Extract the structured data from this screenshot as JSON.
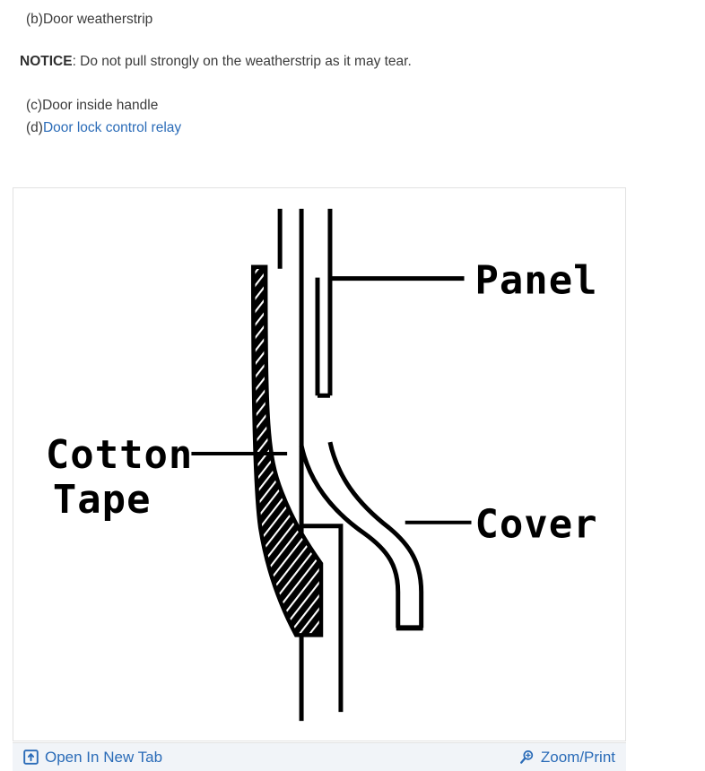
{
  "document": {
    "items": [
      {
        "id": "item-b",
        "marker": "(b)",
        "text": "Door weatherstrip",
        "link": false
      },
      {
        "id": "item-c",
        "marker": "(c)",
        "text": "Door inside handle",
        "link": false
      },
      {
        "id": "item-d",
        "marker": "(d)",
        "text": "Door lock control relay",
        "link": true
      }
    ],
    "notice": {
      "label": "NOTICE",
      "separator": ":",
      "text": " Do not pull strongly on the weatherstrip as it may tear."
    }
  },
  "figure": {
    "alt": "Cross-section diagram of door panel, cotton tape and cover",
    "labels": {
      "panel": "Panel",
      "cotton_line1": "Cotton",
      "cotton_line2": "Tape",
      "cover": "Cover"
    },
    "colors": {
      "ink": "#000000",
      "frame_border": "#e2e2e2",
      "background": "#ffffff"
    }
  },
  "toolbar": {
    "open_new_tab": {
      "label": "Open In New Tab",
      "icon": "open-in-new-tab-icon"
    },
    "zoom_print": {
      "label": "Zoom/Print",
      "icon": "magnifier-plus-icon"
    },
    "colors": {
      "background": "#f1f4f8",
      "link": "#2b6cb8"
    }
  }
}
